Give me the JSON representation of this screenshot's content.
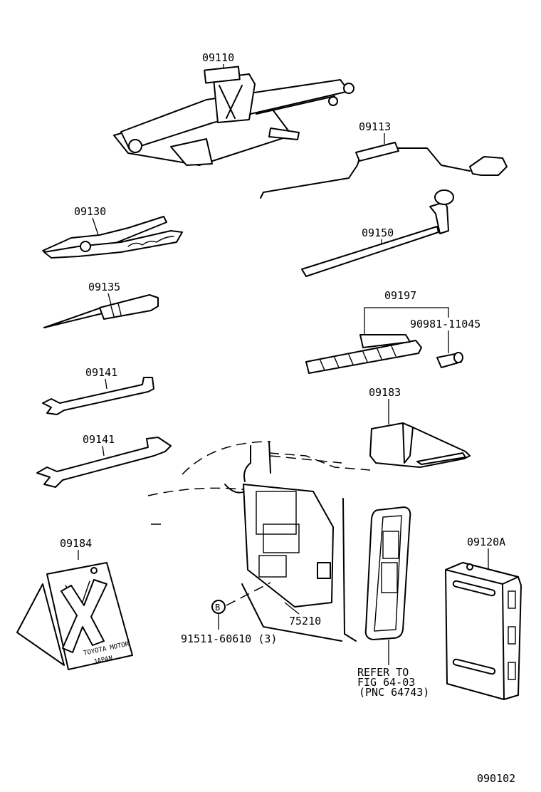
{
  "labels": {
    "jack": "09110",
    "handle": "09113",
    "pliers": "09130",
    "lug_wrench": "09150",
    "screwdriver": "09135",
    "bag_group": "09197",
    "plug": "90981-11045",
    "wrench_small": "09141",
    "wrench_large": "09141",
    "jack_cover": "09183",
    "chock": "09184",
    "tray": "75210",
    "screw_ref": "B",
    "screw": "91511-60610 (3)",
    "refer_line1": "REFER TO",
    "refer_line2": "FIG 64-03",
    "refer_line3": "(PNC 64743)",
    "bag": "09120A",
    "figure_number": "090102"
  },
  "chock_stamp": {
    "line1": "TOYOTA MOTOR",
    "line2": "JAPAN"
  }
}
